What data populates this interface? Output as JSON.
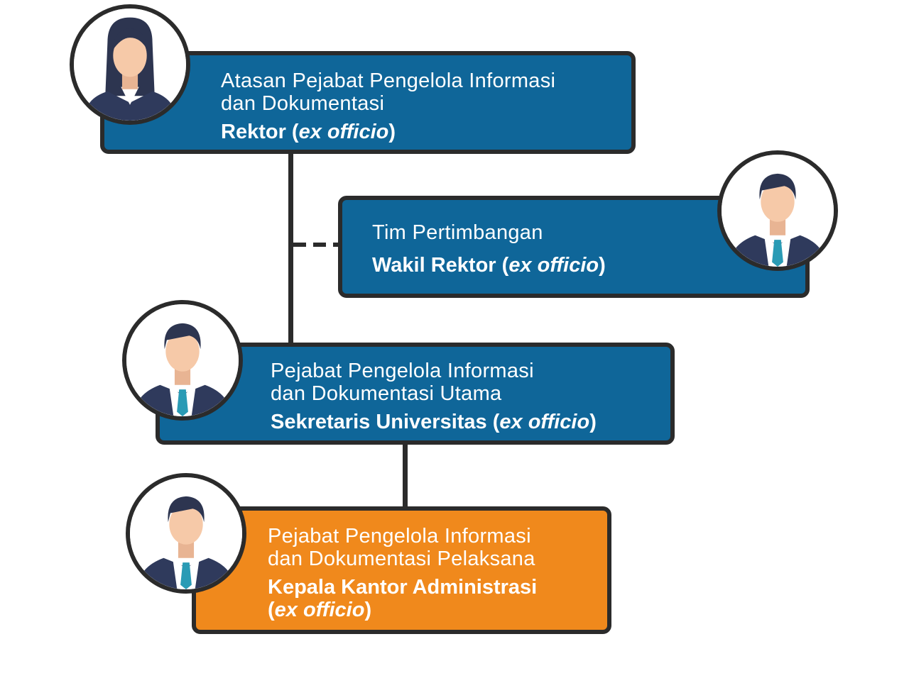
{
  "nodes": {
    "atasan": {
      "title_line1": "Atasan Pejabat Pengelola Informasi",
      "title_line2": "dan Dokumentasi",
      "name": "Rektor",
      "qualifier": "ex officio"
    },
    "tim": {
      "title_line1": "Tim Pertimbangan",
      "name": "Wakil Rektor",
      "qualifier": "ex officio"
    },
    "ppid_utama": {
      "title_line1": "Pejabat Pengelola Informasi",
      "title_line2": "dan Dokumentasi Utama",
      "name": "Sekretaris Universitas",
      "qualifier": "ex officio"
    },
    "ppid_pelaksana": {
      "title_line1": "Pejabat Pengelola Informasi",
      "title_line2": "dan Dokumentasi Pelaksana",
      "name": "Kepala Kantor Administrasi",
      "qualifier": "ex officio"
    }
  },
  "colors": {
    "box_blue": "#0f6699",
    "box_orange": "#f0891c",
    "outline": "#2b2b2b",
    "suit": "#2f3a5c",
    "tie": "#2a9bb5",
    "skin": "#f6c9a8",
    "hair": "#2d3550"
  },
  "icons": {
    "atasan_avatar": "female-official-avatar-icon",
    "tim_avatar": "male-official-avatar-icon",
    "utama_avatar": "male-official-avatar-icon",
    "pelaksana_avatar": "male-official-avatar-icon"
  }
}
